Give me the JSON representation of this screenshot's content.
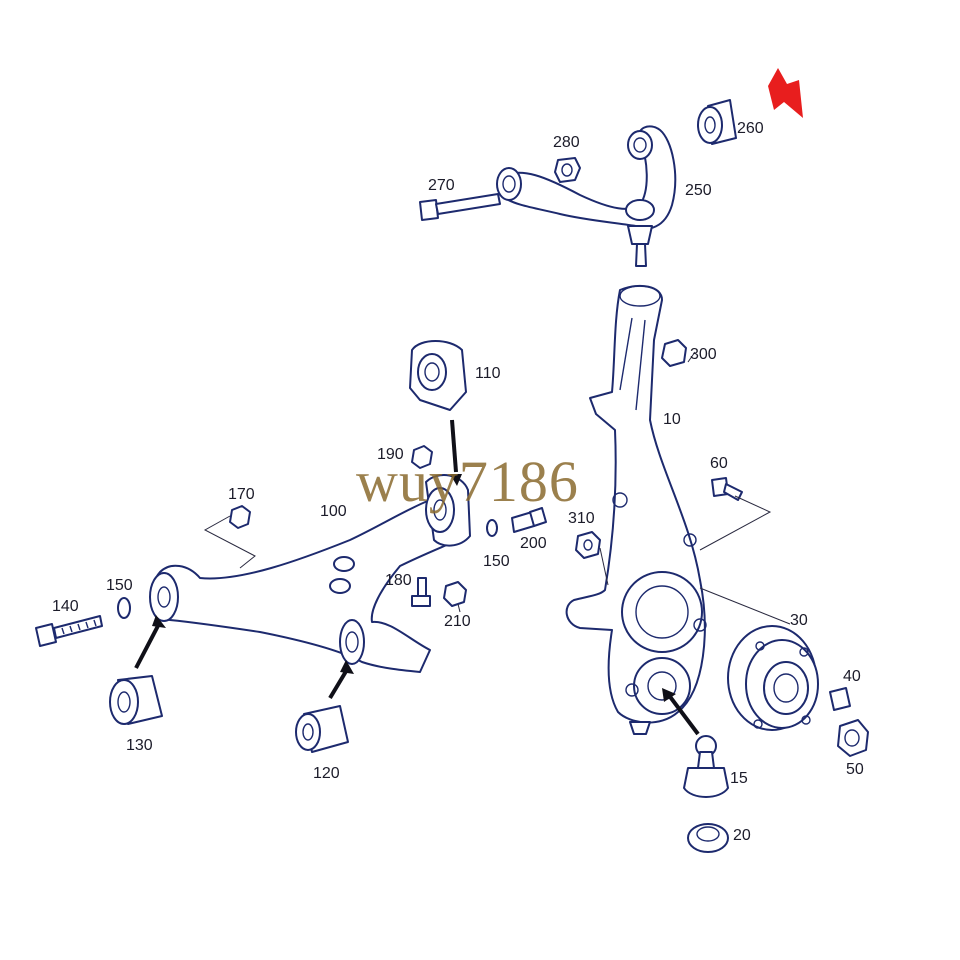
{
  "labels": [
    "10",
    "15",
    "20",
    "30",
    "40",
    "50",
    "60",
    "100",
    "110",
    "120",
    "130",
    "140",
    "150",
    "150",
    "170",
    "180",
    "190",
    "200",
    "210",
    "250",
    "260",
    "270",
    "280",
    "300",
    "310"
  ],
  "watermark": "wuy7186",
  "colors": {
    "line": "#1d2a6e",
    "indicator": "#e81e1e",
    "watermark": "#8a6a2e"
  },
  "indicator_icon": "red-arrow-icon"
}
